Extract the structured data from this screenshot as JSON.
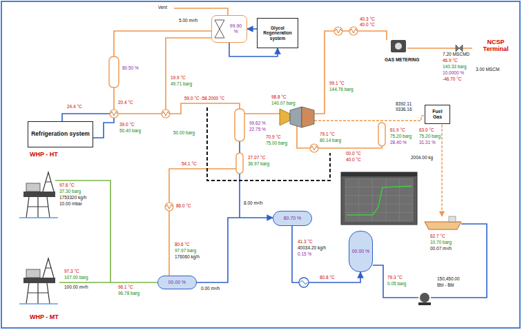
{
  "diagram": {
    "nodes": [
      {
        "text": [
          "99.90 %"
        ]
      },
      {
        "text": [
          "Glycol Regeneration system"
        ]
      },
      {
        "text": [
          "Fuel Gas"
        ]
      },
      {
        "text": [
          "Refrigeration system"
        ]
      },
      {
        "text": [
          "80.70 %"
        ]
      },
      {
        "text": [
          "00.00 %"
        ]
      },
      {
        "text": [
          "00.00 %"
        ]
      }
    ],
    "edges": [
      {
        "from": 1,
        "to": 0,
        "arrow": "to"
      },
      {
        "from": 0,
        "to": 1,
        "arrow": "to"
      },
      {
        "from": 6,
        "to": 4,
        "arrow": "to"
      },
      {
        "from": 4,
        "to": 5,
        "arrow": "to"
      }
    ],
    "labels": [
      "Vent",
      "5.00 m³/h",
      "80.50 %",
      "20.4 °C",
      "24.4 °C",
      "39.0 °C",
      "50.40 barg",
      "19.9 °C",
      "49.71 barg",
      "59.0 °C -58.2000 °C",
      "50.00 barg",
      "99.62 %",
      "22.75 %",
      "27.07 °C",
      "36.97 barg",
      "54.1 °C",
      "86.0 °C",
      "80.6 °C",
      "97.97 barg",
      "176060 kg/h",
      "97.6 °C",
      "37.30 barg",
      "1753320 kg/h",
      "10.00 mbar",
      "97.3 °C",
      "107.00 barg",
      "100.00 m³/h",
      "96.1 °C",
      "96.78 barg",
      "0.00 m³/h",
      "98.8 °C",
      "140.07 barg",
      "99.1 °C",
      "144.76 barg",
      "40.3 °C",
      "40.0 °C",
      "GAS METERING",
      "7.20 MSCMD",
      "46.9 °C",
      "140.33 barg",
      "10.0000 %",
      "-46.70 °C",
      "NCSP Terminal",
      "3.00 MSCM",
      "70.9 °C",
      "75.00 barg",
      "79.1 °C",
      "80.14 barg",
      "00.0 °C",
      "40.0 °C",
      "61.9 °C",
      "75.20 barg",
      "28.40 %",
      "63.0 °C",
      "75.20 barg",
      "31.31 %",
      "8392.11",
      "9336.16",
      "2004.00 kg",
      "41.3 °C",
      "40034.20 kg/h",
      "0.15 %",
      "80.8 °C",
      "79.3 °C",
      "0.05 barg",
      "62.7 °C",
      "10.70 barg",
      "00.07 m³/h",
      "150,450.00",
      "Bbl - Bbl",
      "WHP - HT",
      "WHP - MT",
      "8.00 m³/h"
    ]
  }
}
